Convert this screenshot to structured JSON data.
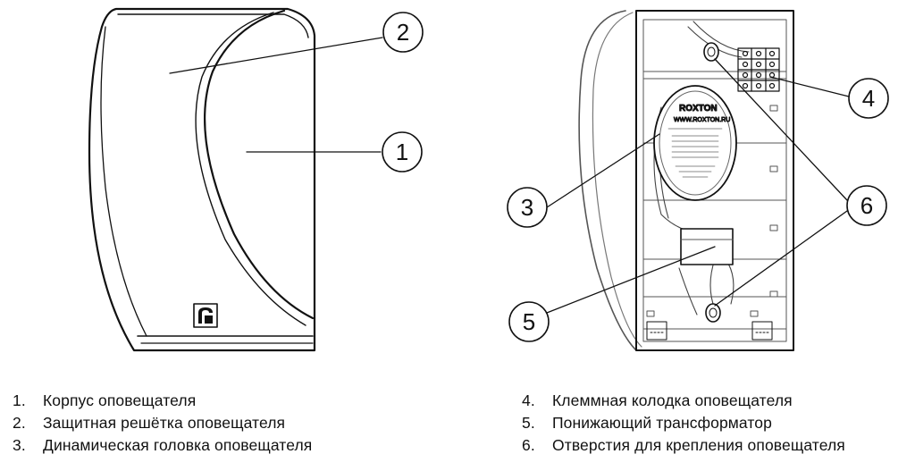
{
  "callouts": [
    "1",
    "2",
    "3",
    "4",
    "5",
    "6"
  ],
  "logo_text": "ROXTON",
  "label_url": "WWW.ROXTON.RU",
  "legend": {
    "left": [
      {
        "num": "1.",
        "text": "Корпус оповещателя"
      },
      {
        "num": "2.",
        "text": "Защитная решётка оповещателя"
      },
      {
        "num": "3.",
        "text": "Динамическая головка оповещателя"
      }
    ],
    "right": [
      {
        "num": "4.",
        "text": "Клеммная колодка оповещателя"
      },
      {
        "num": "5.",
        "text": "Понижающий трансформатор"
      },
      {
        "num": "6.",
        "text": "Отверстия для крепления оповещателя"
      }
    ]
  }
}
